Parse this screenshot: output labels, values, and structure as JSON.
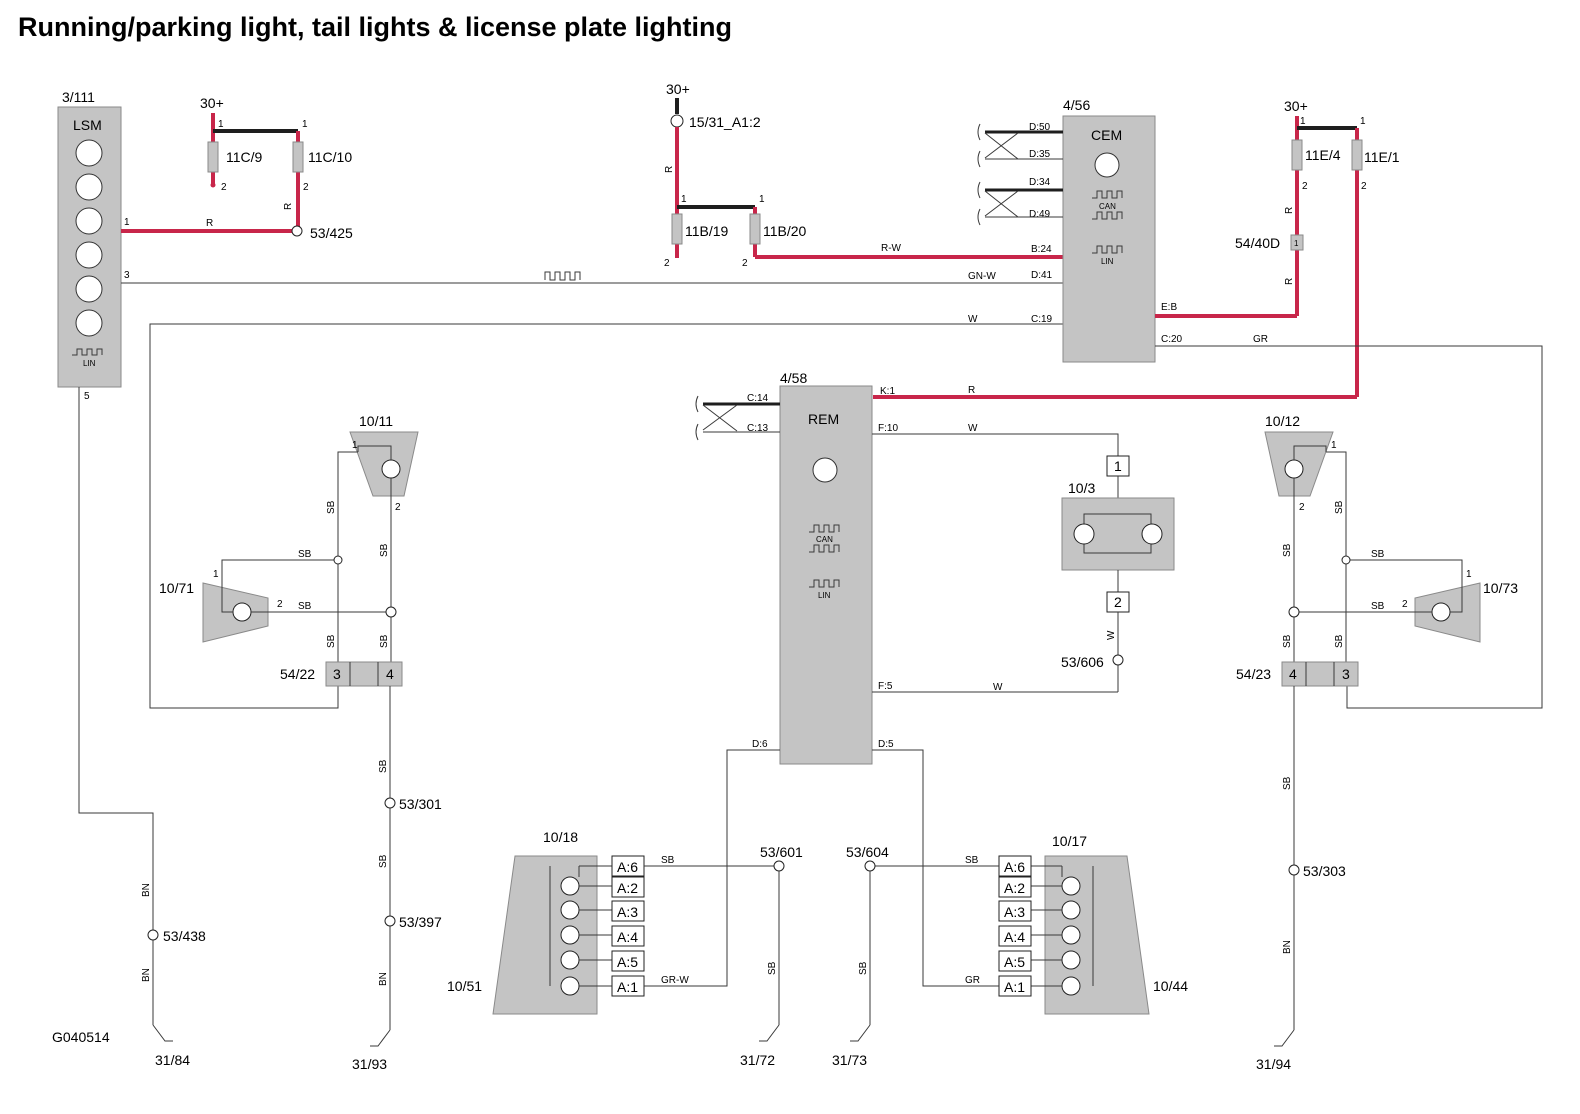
{
  "title": "Running/parking light, tail lights & license plate lighting",
  "doc_code": "G040514",
  "components": {
    "lsm": {
      "ref": "3/111",
      "name": "LSM",
      "lin": "LIN",
      "pins": [
        "1",
        "3",
        "5"
      ]
    },
    "cem": {
      "ref": "4/56",
      "name": "CEM",
      "can": "CAN",
      "lin": "LIN",
      "pins": [
        "D:50",
        "D:35",
        "D:34",
        "D:49",
        "B:24",
        "D:41",
        "C:19",
        "E:B",
        "C:20"
      ]
    },
    "rem": {
      "ref": "4/58",
      "name": "REM",
      "can": "CAN",
      "lin": "LIN",
      "pins": [
        "C:14",
        "C:13",
        "K:1",
        "F:10",
        "F:5",
        "D:6",
        "D:5"
      ]
    },
    "fuses": [
      {
        "ref": "11C/9"
      },
      {
        "ref": "11C/10"
      },
      {
        "ref": "11B/19"
      },
      {
        "ref": "11B/20"
      },
      {
        "ref": "11E/4"
      },
      {
        "ref": "11E/1"
      }
    ],
    "supply": [
      "30+",
      "30+",
      "30+"
    ],
    "connector_1531": "15/31_A1:2",
    "lamps": {
      "front_left": "10/11",
      "front_right": "10/12",
      "side_left": "10/71",
      "side_right": "10/73",
      "plate": "10/3",
      "rear_left_top": "10/18",
      "rear_left_bottom": "10/51",
      "rear_right_top": "10/17",
      "rear_right_bottom": "10/44"
    },
    "connectors": {
      "c5422": {
        "ref": "54/22",
        "pins": [
          "3",
          "4"
        ]
      },
      "c5423": {
        "ref": "54/23",
        "pins": [
          "4",
          "3"
        ]
      },
      "c5440d": {
        "ref": "54/40D"
      },
      "plate_pins": [
        "1",
        "2"
      ],
      "rear_pins": [
        "A:6",
        "A:2",
        "A:3",
        "A:4",
        "A:5",
        "A:1"
      ]
    },
    "splices": [
      "53/425",
      "53/301",
      "53/397",
      "53/438",
      "53/601",
      "53/604",
      "53/606",
      "53/303"
    ],
    "grounds": [
      "31/84",
      "31/93",
      "31/72",
      "31/73",
      "31/94"
    ],
    "wire_colors": {
      "r": "R",
      "rw": "R-W",
      "gnw": "GN-W",
      "w": "W",
      "gr": "GR",
      "sb": "SB",
      "bn": "BN",
      "grw": "GR-W"
    },
    "lamp_pins": {
      "p1": "1",
      "p2": "2"
    }
  },
  "colors": {
    "power_wire": "#c8264a",
    "module_fill": "#c4c4c4",
    "signal_wire": "#3a3a3a"
  }
}
